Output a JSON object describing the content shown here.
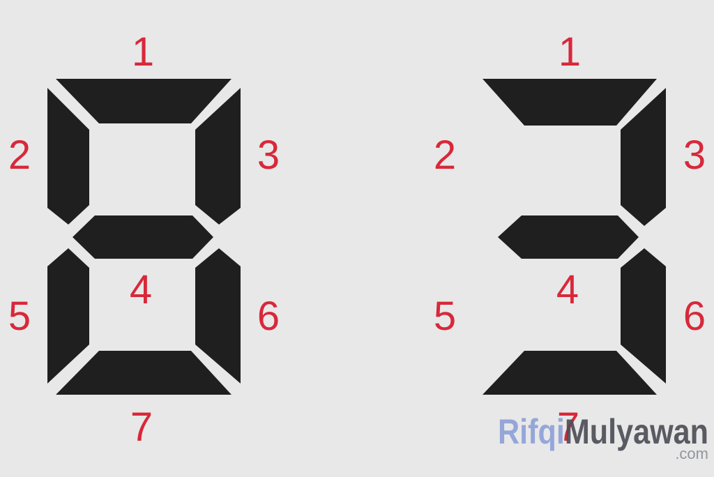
{
  "colors": {
    "background": "#e8e8e8",
    "segment_on": "#1f1f1f",
    "label": "#d8283a"
  },
  "displays": [
    {
      "id": "left",
      "shows": "8",
      "labels": {
        "s1": "1",
        "s2": "2",
        "s3": "3",
        "s4": "4",
        "s5": "5",
        "s6": "6",
        "s7": "7"
      },
      "segments_on": {
        "s1": true,
        "s2": true,
        "s3": true,
        "s4": true,
        "s5": true,
        "s6": true,
        "s7": true
      }
    },
    {
      "id": "right",
      "shows": "3",
      "labels": {
        "s1": "1",
        "s2": "2",
        "s3": "3",
        "s4": "4",
        "s5": "5",
        "s6": "6",
        "s7": "7"
      },
      "segments_on": {
        "s1": true,
        "s2": false,
        "s3": true,
        "s4": true,
        "s5": false,
        "s6": true,
        "s7": true
      }
    }
  ],
  "watermark": {
    "part1": "Rifqi",
    "part2": "Mulyawan",
    "suffix": ".com"
  }
}
